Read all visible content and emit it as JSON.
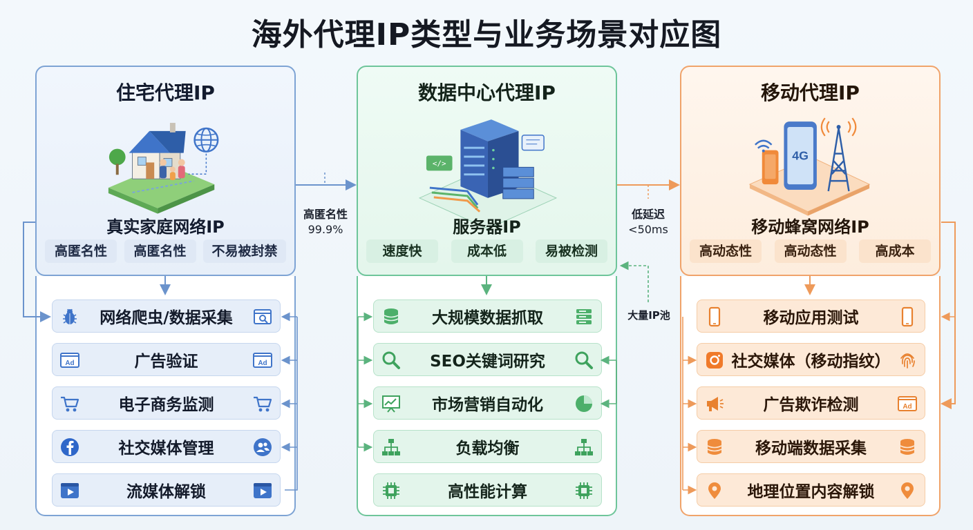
{
  "title": "海外代理IP类型与业务场景对应图",
  "colors": {
    "blue": "#7da3d4",
    "green": "#6ec59a",
    "orange": "#f0a36a"
  },
  "connectors": {
    "res_to_dc_line1": "高匿名性",
    "res_to_dc_line2": "99.9%",
    "dc_to_mob_line1": "低延迟",
    "dc_to_mob_line2": "<50ms",
    "pool": "大量IP池"
  },
  "panels": [
    {
      "title": "住宅代理IP",
      "subtitle": "真实家庭网络IP",
      "tags": [
        "高匿名性",
        "高匿名性",
        "不易被封禁"
      ],
      "items": [
        {
          "label": "网络爬虫/数据采集",
          "icon_left": "bug-icon",
          "icon_right": "web-search-icon"
        },
        {
          "label": "广告验证",
          "icon_left": "ad-icon",
          "icon_right": "ad-icon"
        },
        {
          "label": "电子商务监测",
          "icon_left": "cart-icon",
          "icon_right": "cart-icon"
        },
        {
          "label": "社交媒体管理",
          "icon_left": "facebook-icon",
          "icon_right": "users-icon"
        },
        {
          "label": "流媒体解锁",
          "icon_left": "video-icon",
          "icon_right": "video-icon"
        }
      ]
    },
    {
      "title": "数据中心代理IP",
      "subtitle": "服务器IP",
      "tags": [
        "速度快",
        "成本低",
        "易被检测"
      ],
      "items": [
        {
          "label": "大规模数据抓取",
          "icon_left": "database-icon",
          "icon_right": "server-stack-icon"
        },
        {
          "label": "SEO关键词研究",
          "icon_left": "search-icon",
          "icon_right": "search-icon"
        },
        {
          "label": "市场营销自动化",
          "icon_left": "chart-board-icon",
          "icon_right": "pie-chart-icon"
        },
        {
          "label": "负载均衡",
          "icon_left": "hierarchy-icon",
          "icon_right": "hierarchy-icon"
        },
        {
          "label": "高性能计算",
          "icon_left": "cpu-icon",
          "icon_right": "cpu-icon"
        }
      ]
    },
    {
      "title": "移动代理IP",
      "subtitle": "移动蜂窝网络IP",
      "tags": [
        "高动态性",
        "高动态性",
        "高成本"
      ],
      "items": [
        {
          "label": "移动应用测试",
          "icon_left": "phone-icon",
          "icon_right": "phone-icon"
        },
        {
          "label": "社交媒体（移动指纹）",
          "icon_left": "instagram-icon",
          "icon_right": "fingerprint-icon"
        },
        {
          "label": "广告欺诈检测",
          "icon_left": "megaphone-icon",
          "icon_right": "ad-icon"
        },
        {
          "label": "移动端数据采集",
          "icon_left": "database-icon",
          "icon_right": "database-icon"
        },
        {
          "label": "地理位置内容解锁",
          "icon_left": "location-pin-icon",
          "icon_right": "location-pin-icon"
        }
      ]
    }
  ]
}
